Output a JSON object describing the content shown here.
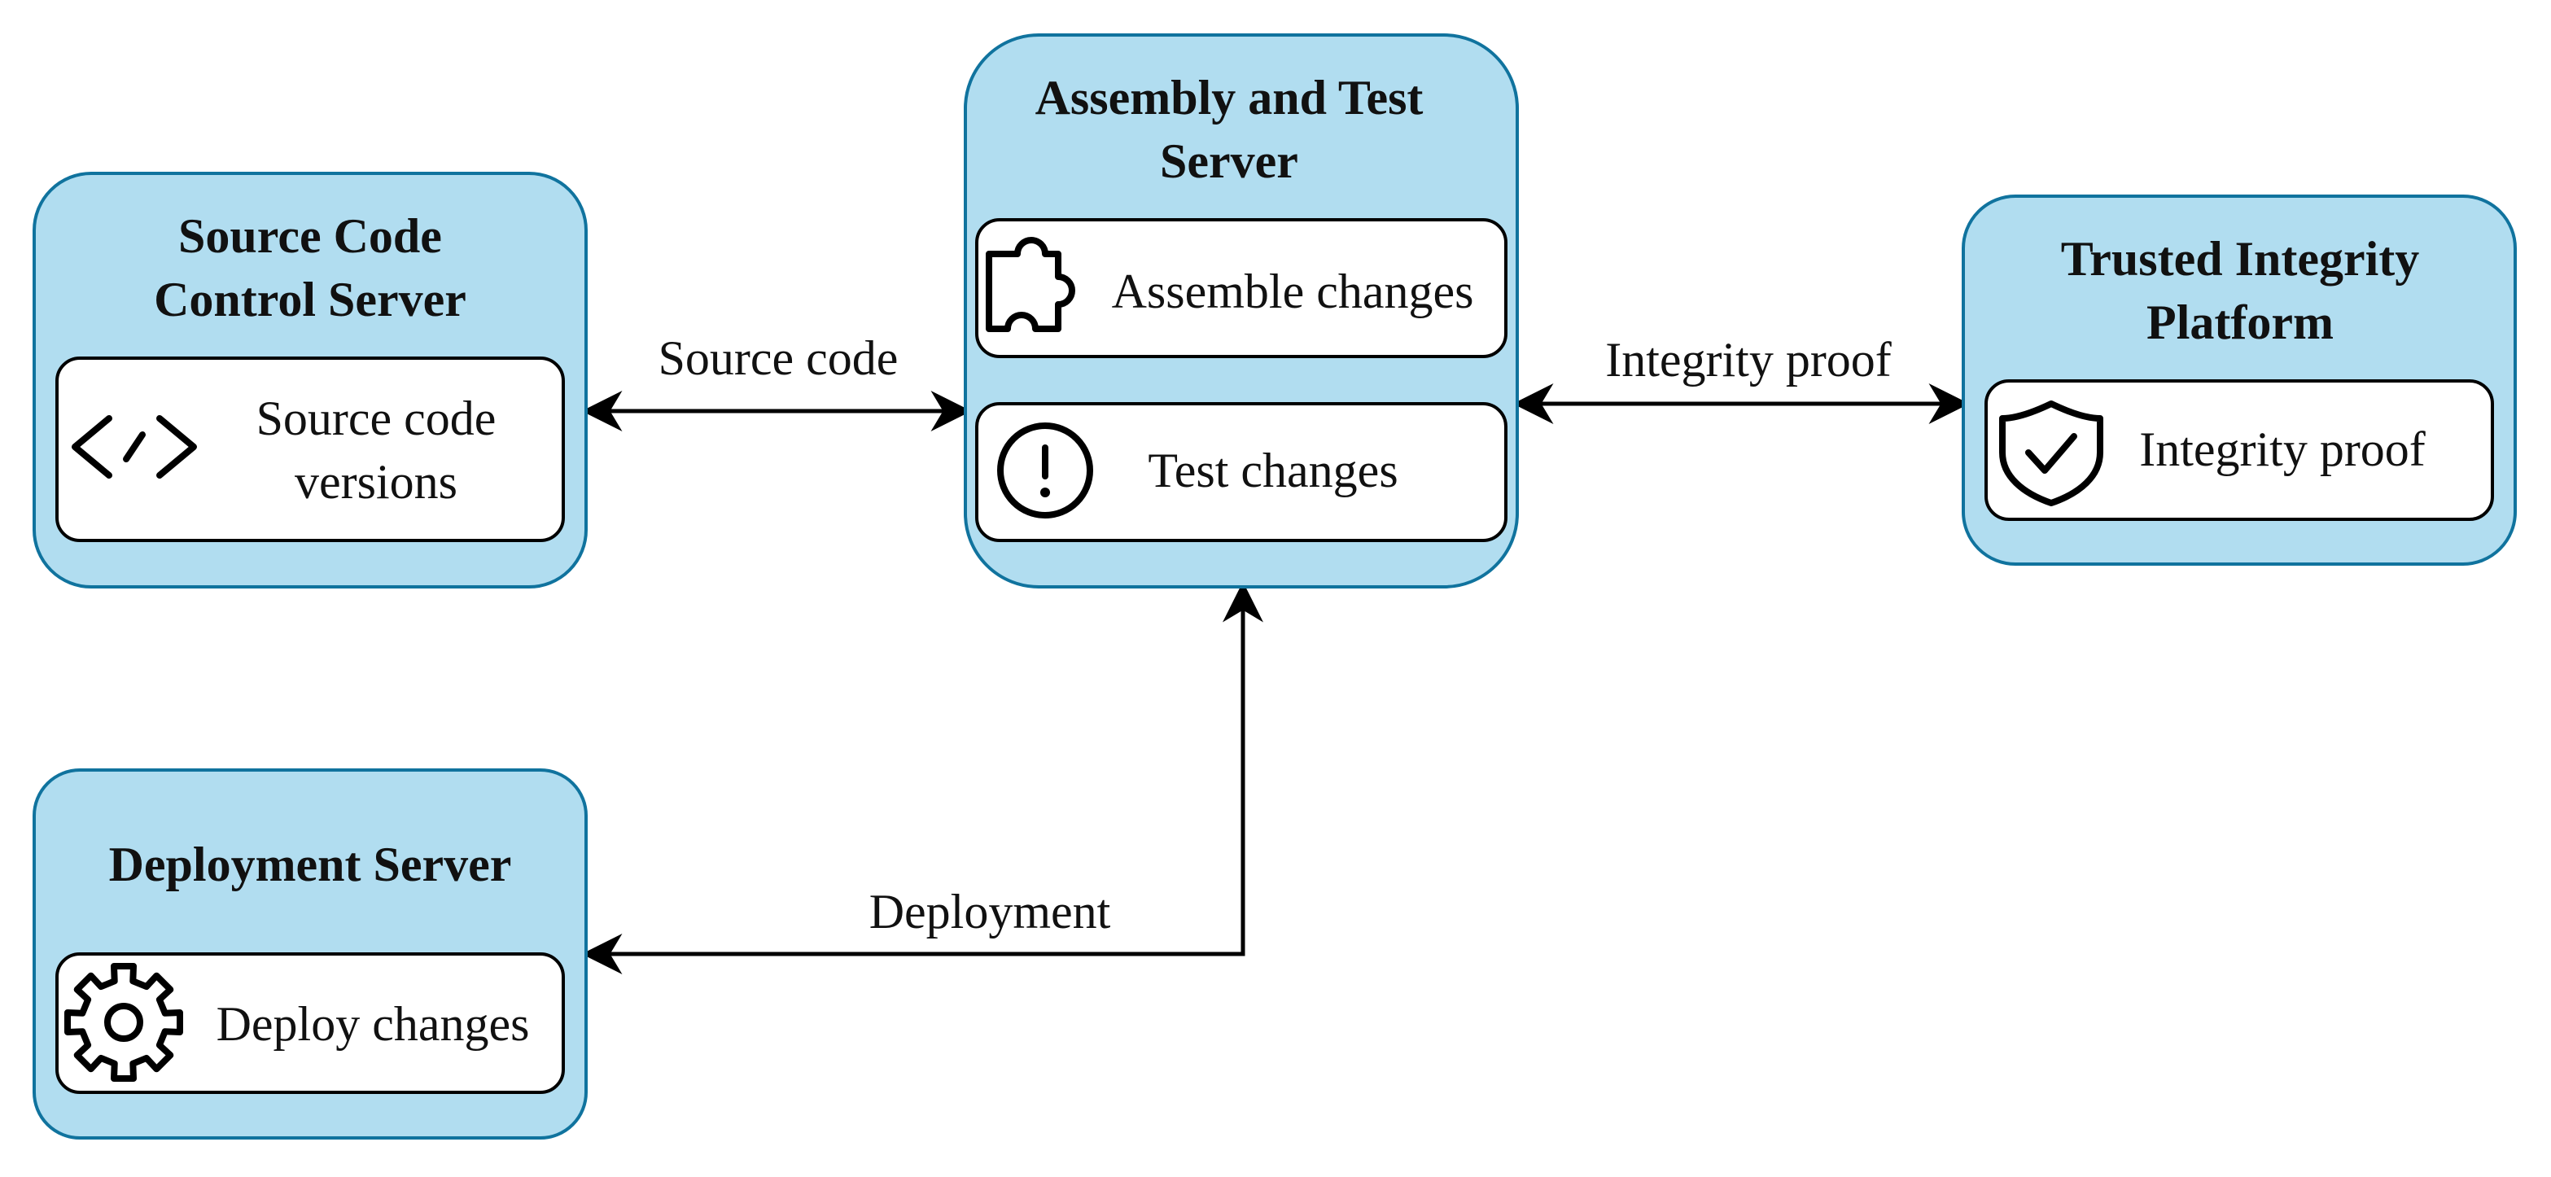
{
  "colors": {
    "server_fill": "#b1ddf0",
    "server_stroke": "#10739e",
    "inner_fill": "#ffffff",
    "line": "#000000"
  },
  "nodes": {
    "source_server": {
      "title_line1": "Source Code",
      "title_line2": "Control Server",
      "item": {
        "icon": "code-icon",
        "label_line1": "Source code",
        "label_line2": "versions"
      }
    },
    "assembly_server": {
      "title_line1": "Assembly and Test",
      "title_line2": "Server",
      "items": [
        {
          "icon": "puzzle-icon",
          "label": "Assemble changes"
        },
        {
          "icon": "alert-icon",
          "label": "Test changes"
        }
      ]
    },
    "integrity_platform": {
      "title_line1": "Trusted Integrity",
      "title_line2": "Platform",
      "item": {
        "icon": "shield-check-icon",
        "label": "Integrity proof"
      }
    },
    "deployment_server": {
      "title": "Deployment Server",
      "item": {
        "icon": "gear-icon",
        "label": "Deploy changes"
      }
    }
  },
  "edges": [
    {
      "from": "source_server",
      "to": "assembly_server",
      "label": "Source code",
      "direction": "both"
    },
    {
      "from": "assembly_server",
      "to": "integrity_platform",
      "label": "Integrity proof",
      "direction": "both"
    },
    {
      "from": "assembly_server",
      "to": "deployment_server",
      "label": "Deployment",
      "direction": "both"
    }
  ]
}
